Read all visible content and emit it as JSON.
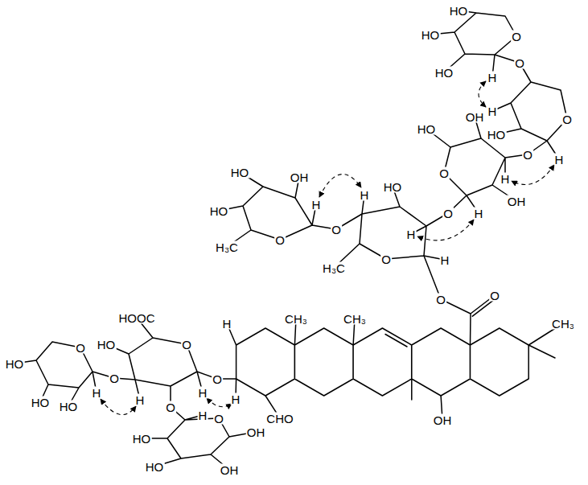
{
  "diagram": {
    "labels": [
      "HO",
      "HO",
      "O",
      "O",
      "HO",
      "H",
      "H",
      "O",
      "OH",
      "HO",
      "HO",
      "O",
      "H",
      "O",
      "HO",
      "OH",
      "H",
      "HO",
      "H",
      "OH",
      "H",
      "HO",
      "O",
      "H",
      "O",
      "H",
      "O",
      "H₃C",
      "O",
      "H",
      "H₃C",
      "O",
      "O",
      "HOOC",
      "CH₃",
      "CH₃",
      "CH₃",
      "H",
      "HO",
      "O",
      "O",
      "HO",
      "O",
      "O",
      "H",
      "H",
      "H",
      "H",
      "HO",
      "HO",
      "O",
      "H",
      "CHO",
      "OH",
      "O",
      "OH",
      "HO",
      "HO",
      "OH"
    ]
  }
}
